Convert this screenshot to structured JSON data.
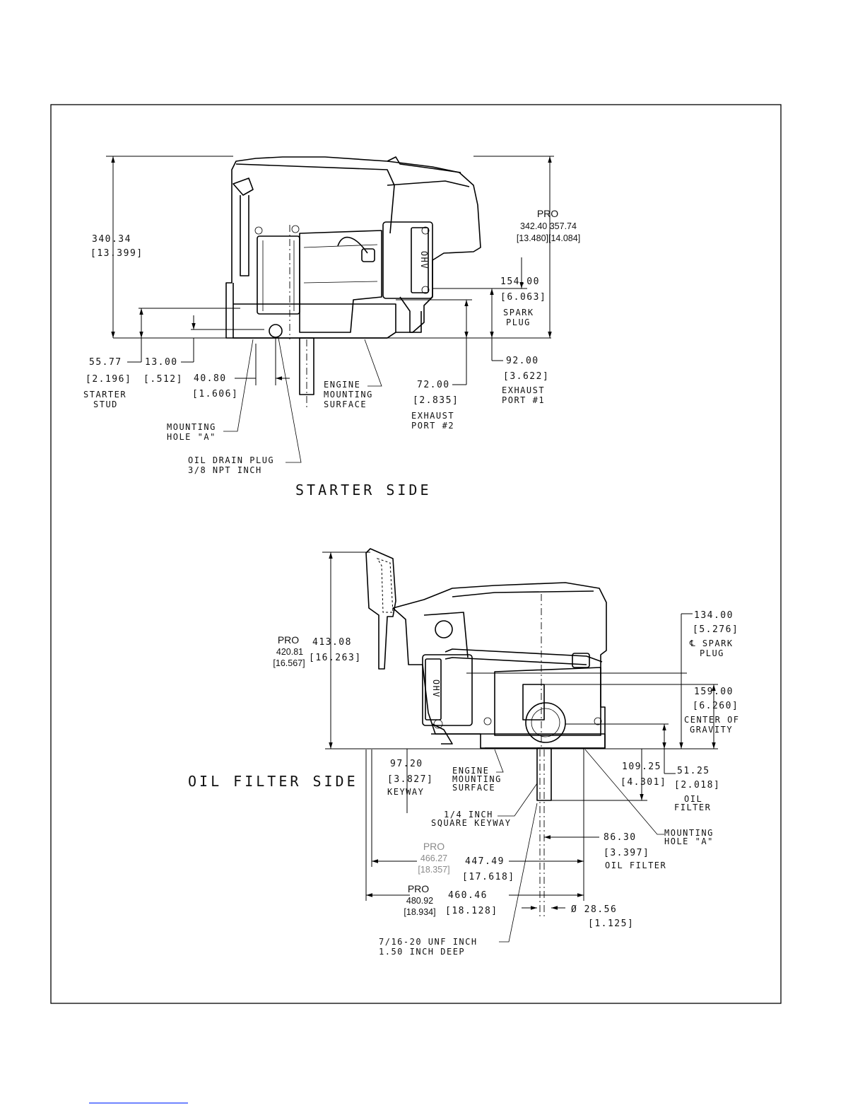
{
  "starter_side": {
    "title": "STARTER SIDE",
    "height_overall": "340.34",
    "height_overall_in": "[13.399]",
    "pro_label": "PRO",
    "pro_height_mm": "342.40 357.74",
    "pro_height_in": "[13.480][14.084]",
    "spark_plug_height": "154.00",
    "spark_plug_height_in": "[6.063]",
    "spark_plug_label_1": "SPARK",
    "spark_plug_label_2": "PLUG",
    "starter_stud_dim": "55.77",
    "starter_stud_dim_in": "[2.196]",
    "starter_stud_label_1": "STARTER",
    "starter_stud_label_2": "STUD",
    "mounting_offset": "13.00",
    "mounting_offset_in": "[.512]",
    "drain_offset": "40.80",
    "drain_offset_in": "[1.606]",
    "engine_mount_1": "ENGINE",
    "engine_mount_2": "MOUNTING",
    "engine_mount_3": "SURFACE",
    "exhaust2_dim": "72.00",
    "exhaust2_dim_in": "[2.835]",
    "exhaust2_label_1": "EXHAUST",
    "exhaust2_label_2": "PORT #2",
    "exhaust1_dim": "92.00",
    "exhaust1_dim_in": "[3.622]",
    "exhaust1_label_1": "EXHAUST",
    "exhaust1_label_2": "PORT #1",
    "mounting_hole_1": "MOUNTING",
    "mounting_hole_2": "HOLE \"A\"",
    "drain_plug_1": "OIL DRAIN PLUG",
    "drain_plug_2": "3/8 NPT INCH",
    "badge": "OHV"
  },
  "oil_filter_side": {
    "title": "OIL FILTER SIDE",
    "pro_label": "PRO",
    "pro_height_mm": "420.81",
    "pro_height_in": "[16.567]",
    "height_overall": "413.08",
    "height_overall_in": "[16.263]",
    "spark_plug_cl": "134.00",
    "spark_plug_cl_in": "[5.276]",
    "spark_plug_cl_label_1": "℄ SPARK",
    "spark_plug_cl_label_2": "PLUG",
    "cog_dim": "159.00",
    "cog_dim_in": "[6.260]",
    "cog_label_1": "CENTER OF",
    "cog_label_2": "GRAVITY",
    "keyway_dim": "97.20",
    "keyway_dim_in": "[3.827]",
    "keyway_label": "KEYWAY",
    "engine_mount_1": "ENGINE",
    "engine_mount_2": "MOUNTING",
    "engine_mount_3": "SURFACE",
    "filter_height": "109.25",
    "filter_height_in": "[4.301]",
    "filter_offset": "51.25",
    "filter_offset_in": "[2.018]",
    "filter_label_1": "OIL",
    "filter_label_2": "FILTER",
    "square_keyway_1": "1/4 INCH",
    "square_keyway_2": "SQUARE KEYWAY",
    "mounting_hole_1": "MOUNTING",
    "mounting_hole_2": "HOLE \"A\"",
    "filter_x": "86.30",
    "filter_x_in": "[3.397]",
    "filter_x_label": "OIL FILTER",
    "pro_width1_label": "PRO",
    "pro_width1_mm": "466.27",
    "pro_width1_in": "[18.357]",
    "width1": "447.49",
    "width1_in": "[17.618]",
    "pro_width2_label": "PRO",
    "pro_width2_mm": "480.92",
    "pro_width2_in": "[18.934]",
    "width2": "460.46",
    "width2_in": "[18.128]",
    "shaft_dia": "Ø 28.56",
    "shaft_dia_in": "[1.125]",
    "thread_1": "7/16-20 UNF INCH",
    "thread_2": "1.50 INCH DEEP",
    "badge": "OHV"
  }
}
